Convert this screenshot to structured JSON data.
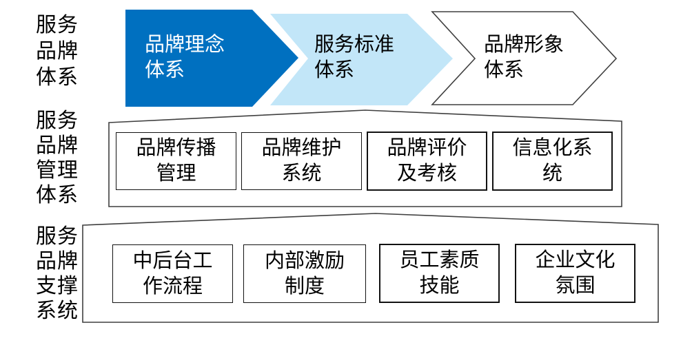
{
  "colors": {
    "step1_fill": "#0070C0",
    "step2_fill": "#C2E6F8",
    "step3_fill": "#FFFFFF",
    "outline": "#3F3F3F",
    "box_border": "#111111",
    "text_dark": "#000000",
    "text_light": "#FFFFFF",
    "background": "#FFFFFF"
  },
  "side_labels": {
    "brand_system": {
      "lines": [
        "服务",
        "品牌",
        "体系"
      ]
    },
    "management_system": {
      "lines": [
        "服务",
        "品牌",
        "管理",
        "体系"
      ]
    },
    "support_system": {
      "lines": [
        "服务",
        "品牌",
        "支撑",
        "系统"
      ]
    }
  },
  "chevron_flow": {
    "steps": [
      {
        "lines": [
          "品牌理念",
          "体系"
        ],
        "style": "solid-dark-blue"
      },
      {
        "lines": [
          "服务标准",
          "体系"
        ],
        "style": "solid-light-blue"
      },
      {
        "lines": [
          "品牌形象",
          "体系"
        ],
        "style": "white-outline"
      }
    ]
  },
  "management_section": {
    "boxes": [
      {
        "lines": [
          "品牌传播",
          "管理"
        ]
      },
      {
        "lines": [
          "品牌维护",
          "系统"
        ]
      },
      {
        "lines": [
          "品牌评价",
          "及考核"
        ]
      },
      {
        "lines": [
          "信息化系",
          "统"
        ]
      }
    ]
  },
  "support_section": {
    "boxes": [
      {
        "lines": [
          "中后台工",
          "作流程"
        ]
      },
      {
        "lines": [
          "内部激励",
          "制度"
        ]
      },
      {
        "lines": [
          "员工素质",
          "技能"
        ]
      },
      {
        "lines": [
          "企业文化",
          "氛围"
        ]
      }
    ]
  }
}
